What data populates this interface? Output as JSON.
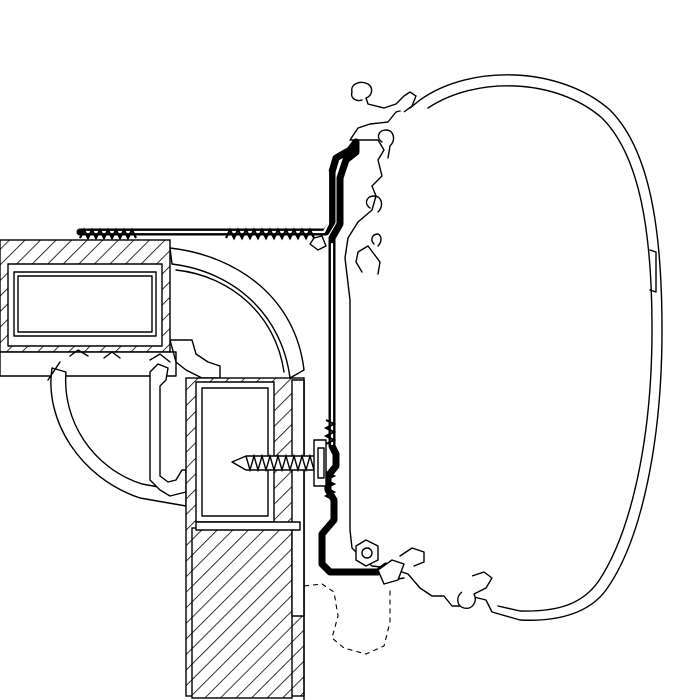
{
  "diagram": {
    "parts": [
      {
        "id": "awning-profile",
        "label": ""
      },
      {
        "id": "adapter-rail",
        "label": ""
      },
      {
        "id": "screw",
        "label": ""
      },
      {
        "id": "roof-frame-profile",
        "label": ""
      },
      {
        "id": "wall-frame-profile",
        "label": ""
      }
    ],
    "colors": {
      "line": "#000000",
      "background": "#ffffff",
      "hatch": "#000000"
    }
  }
}
